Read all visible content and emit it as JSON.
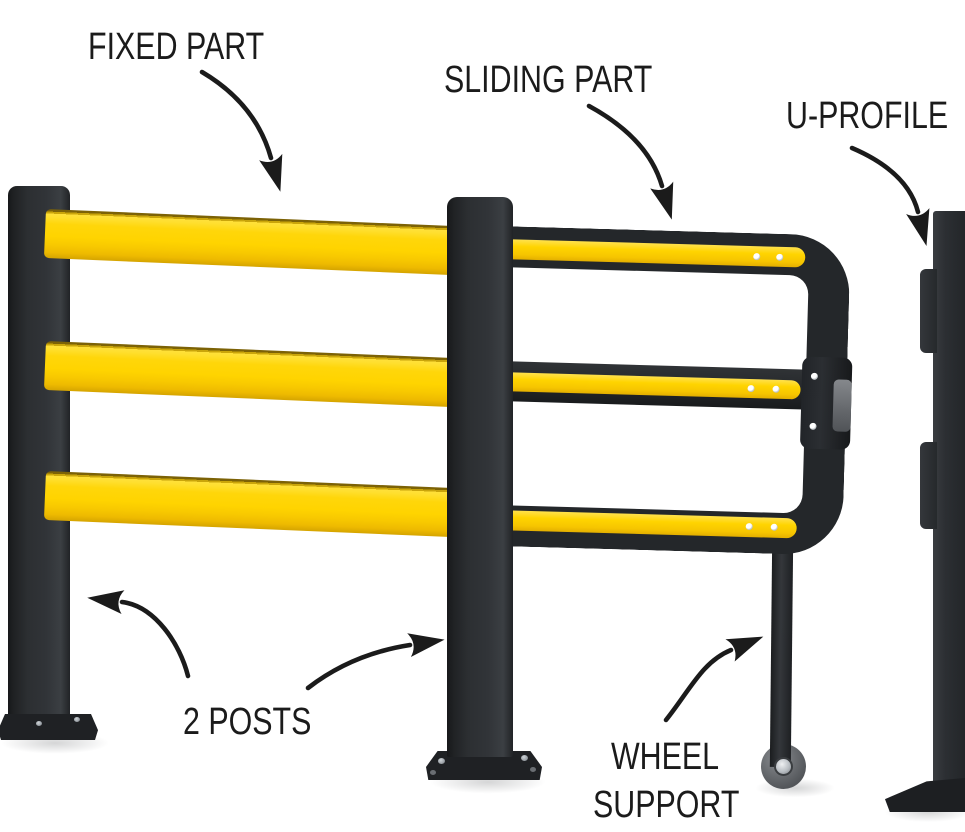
{
  "diagram": {
    "background": "#FFFFFF",
    "labels": {
      "fixed_part": "FIXED PART",
      "sliding_part": "SLIDING PART",
      "u_profile": "U-PROFILE",
      "posts": "2 POSTS",
      "wheel_support": {
        "line1": "WHEEL",
        "line2": "SUPPORT"
      }
    },
    "colors": {
      "rail_yellow": "#FFD400",
      "rail_yellow_deep": "#E3AF00",
      "frame_black": "#24272A",
      "base_black": "#1F2124",
      "text": "#1B1B1B",
      "latch_gray": "#73767A",
      "wheel_gray": "#5C5F63",
      "hub_gray": "#D6D9DB",
      "rivet_white": "#FFFFFF"
    }
  }
}
